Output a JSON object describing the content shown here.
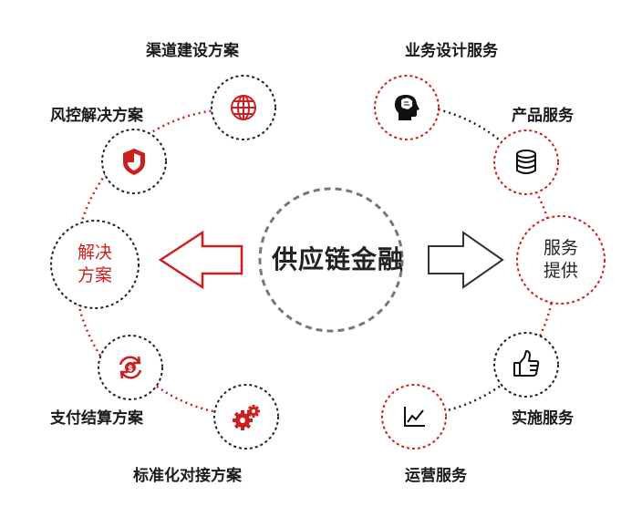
{
  "center": {
    "label": "供应链金融"
  },
  "left_hub": {
    "line1": "解决",
    "line2": "方案"
  },
  "right_hub": {
    "line1": "服务",
    "line2": "提供"
  },
  "left_items": [
    {
      "label": "渠道建设方案",
      "icon": "globe-icon"
    },
    {
      "label": "风控解决方案",
      "icon": "shield-icon"
    },
    {
      "label": "支付结算方案",
      "icon": "currency-refresh-icon"
    },
    {
      "label": "标准化对接方案",
      "icon": "gears-icon"
    }
  ],
  "right_items": [
    {
      "label": "业务设计服务",
      "icon": "head-brain-icon"
    },
    {
      "label": "产品服务",
      "icon": "database-icon"
    },
    {
      "label": "实施服务",
      "icon": "thumbs-up-icon"
    },
    {
      "label": "运营服务",
      "icon": "line-chart-icon"
    }
  ],
  "colors": {
    "red": "#cc1f1f",
    "dark": "#222222",
    "gray": "#777777"
  }
}
